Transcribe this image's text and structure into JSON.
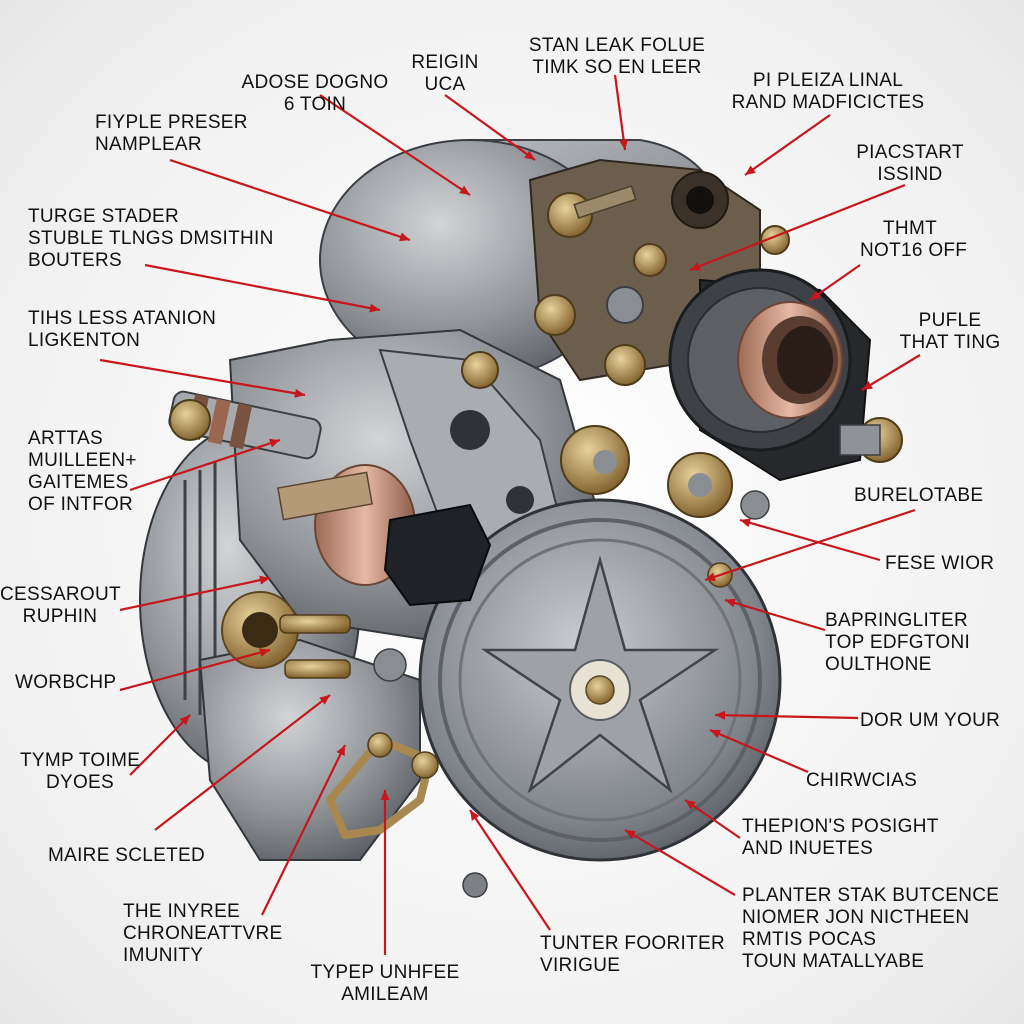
{
  "callouts": [
    {
      "id": "adose-dogno",
      "lines": [
        "ADOSE DOGNO",
        "6 TOIN"
      ]
    },
    {
      "id": "reigin-uca",
      "lines": [
        "REIGIN",
        "UCA"
      ]
    },
    {
      "id": "stan-leak",
      "lines": [
        "STAN LEAK FOLUE",
        "TIMK SO EN LEER"
      ]
    },
    {
      "id": "pi-pleiza",
      "lines": [
        "PI PLEIZA LINAL",
        "RAND MADFICICTES"
      ]
    },
    {
      "id": "fiyple-preser",
      "lines": [
        "FIYPLE PRESER",
        "NAMPLEAR"
      ]
    },
    {
      "id": "piacstart",
      "lines": [
        "PIACSTART",
        "ISSIND"
      ]
    },
    {
      "id": "turge-stader",
      "lines": [
        "TURGE STADER",
        "STUBLE TLNGS DMSITHIN",
        "BOUTERS"
      ]
    },
    {
      "id": "thmt-not16",
      "lines": [
        "THMT",
        "NOT16 OFF"
      ]
    },
    {
      "id": "tihs-less",
      "lines": [
        "TIHS LESS ATANION",
        "LIGKENTON"
      ]
    },
    {
      "id": "pufle-that",
      "lines": [
        "PUFLE",
        "THAT TING"
      ]
    },
    {
      "id": "arttas",
      "lines": [
        "ARTTAS",
        "MUILLEEN+",
        "GAITEMES",
        "OF INTFOR"
      ]
    },
    {
      "id": "burelotabe",
      "lines": [
        "BURELOTABE"
      ]
    },
    {
      "id": "fese-wior",
      "lines": [
        "FESE WIOR"
      ]
    },
    {
      "id": "cessarout",
      "lines": [
        "CESSAROUT",
        "RUPHIN"
      ]
    },
    {
      "id": "bapringliter",
      "lines": [
        "BAPRINGLITER",
        "TOP EDFGTONI",
        "OULTHONE"
      ]
    },
    {
      "id": "worbchp",
      "lines": [
        "WORBCHP"
      ]
    },
    {
      "id": "dor-um-your",
      "lines": [
        "DOR UM YOUR"
      ]
    },
    {
      "id": "tymp-toime",
      "lines": [
        "TYMP TOIME",
        "DYOES"
      ]
    },
    {
      "id": "chirwcias",
      "lines": [
        "CHIRWCIAS"
      ]
    },
    {
      "id": "thepions",
      "lines": [
        "THEPION'S POSIGHT",
        "AND INUETES"
      ]
    },
    {
      "id": "maire-scleted",
      "lines": [
        "MAIRE SCLETED"
      ]
    },
    {
      "id": "planter",
      "lines": [
        "PLANTER STAK BUTCENCE",
        "NIOMER JON NICTHEEN",
        "RMTIS POCAS",
        "TOUN MATALLYABE"
      ]
    },
    {
      "id": "the-inyree",
      "lines": [
        "THE INYREE",
        "CHRONEATTVRE",
        "IMUNITY"
      ]
    },
    {
      "id": "tunter",
      "lines": [
        "TUNTER FOORITER",
        "VIRIGUE"
      ]
    },
    {
      "id": "typep-unhfee",
      "lines": [
        "TYPEP UNHFEE",
        "AMILEAM"
      ]
    }
  ],
  "colors": {
    "leader": "#c8161d",
    "metal": "#8d9095",
    "metal_dark": "#55595f",
    "brass": "#b08a4a",
    "copper": "#c89478"
  }
}
